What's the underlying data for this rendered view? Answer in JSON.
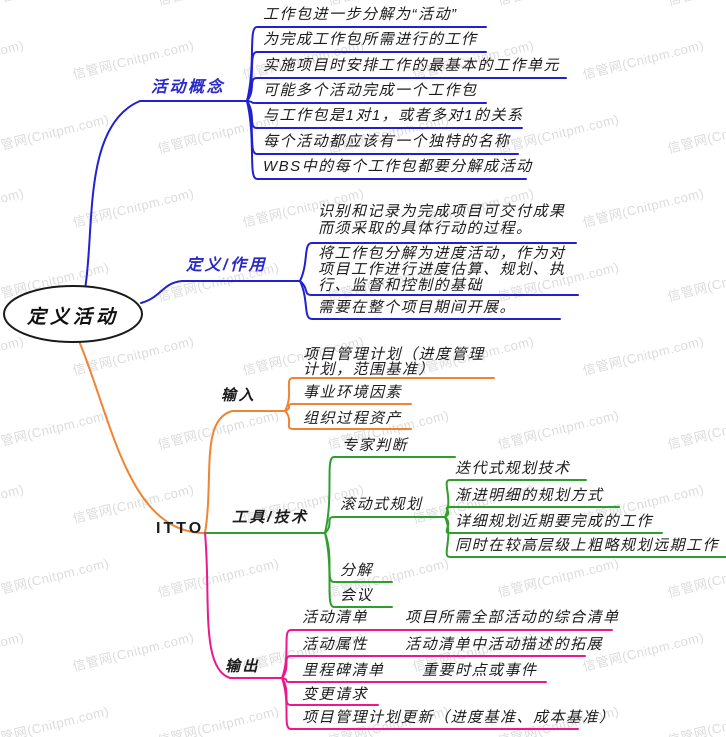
{
  "watermark": {
    "text": "信管网(Cnitpm.com)"
  },
  "colors": {
    "branch_blue": "#2121d2",
    "branch_orange": "#f08433",
    "branch_green": "#2f9e2f",
    "branch_magenta": "#ea1a8c",
    "blue_label_text": "#2a2ac8",
    "node_text": "#1c1c1c",
    "root_outline": "#1a1a1a",
    "watermark_gray": "#dcdcdc"
  },
  "root": {
    "label": "定义活动"
  },
  "concept": {
    "label": "活动概念",
    "leaves": [
      "工作包进一步分解为“活动”",
      "为完成工作包所需进行的工作",
      "实施项目时安排工作的最基本的工作单元",
      "可能多个活动完成一个工作包",
      "与工作包是1对1，或者多对1的关系",
      "每个活动都应该有一个独特的名称",
      "WBS中的每个工作包都要分解成活动"
    ]
  },
  "definition": {
    "label": "定义/作用",
    "leaf1": [
      "识别和记录为完成项目可交付成果",
      "而须采取的具体行动的过程。"
    ],
    "leaf2": [
      "将工作包分解为进度活动，作为对",
      "项目工作进行进度估算、规划、执",
      "行、监督和控制的基础"
    ],
    "leaf3": "需要在整个项目期间开展。"
  },
  "itto": {
    "label": "ITTO",
    "input": {
      "label": "输入",
      "leaf1": [
        "项目管理计划（进度管理",
        "计划，范围基准）"
      ],
      "leaf2": "事业环境因素",
      "leaf3": "组织过程资产"
    },
    "tools": {
      "label": "工具/技术",
      "expert": "专家判断",
      "rolling": {
        "label": "滚动式规划",
        "leaves": [
          "迭代式规划技术",
          "渐进明细的规划方式",
          "详细规划近期要完成的工作",
          "同时在较高层级上粗略规划远期工作"
        ]
      },
      "decompose": "分解",
      "meeting": "会议"
    },
    "output": {
      "label": "输出",
      "rows": [
        {
          "label": "活动清单",
          "note": "项目所需全部活动的综合清单"
        },
        {
          "label": "活动属性",
          "note": "活动清单中活动描述的拓展"
        },
        {
          "label": "里程碑清单",
          "note": "重要时点或事件"
        },
        {
          "label": "变更请求",
          "note": ""
        },
        {
          "label": "项目管理计划更新（进度基准、成本基准）",
          "note": ""
        }
      ]
    }
  }
}
